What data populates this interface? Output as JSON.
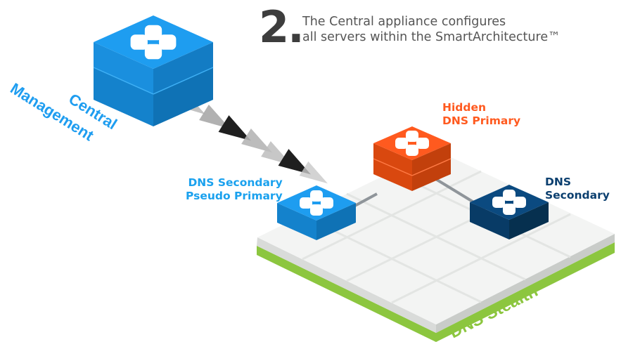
{
  "step": {
    "number": "2.",
    "line1": "The Central appliance configures",
    "line2": "all servers within the SmartArchitecture™"
  },
  "central": {
    "line1": "Central",
    "line2": "Management"
  },
  "nodes": {
    "hidden_primary": {
      "line1": "Hidden",
      "line2": "DNS Primary"
    },
    "dns_secondary": {
      "line1": "DNS",
      "line2": "Secondary"
    },
    "pseudo_primary": {
      "line1": "DNS Secondary",
      "line2": "Pseudo Primary"
    }
  },
  "platform_label": "DNS Stealth",
  "colors": {
    "central_blue": "#1e9df0",
    "hidden_orange": "#ff5a1f",
    "secondary_navy": "#0b4a80",
    "pseudo_blue": "#1e9df0",
    "platform_green": "#8cc63f",
    "platform_top": "#f4f5f4",
    "arrow_dark": "#1f1f1f",
    "text_gray": "#555555"
  },
  "icons": [
    "four-squares-icon"
  ]
}
